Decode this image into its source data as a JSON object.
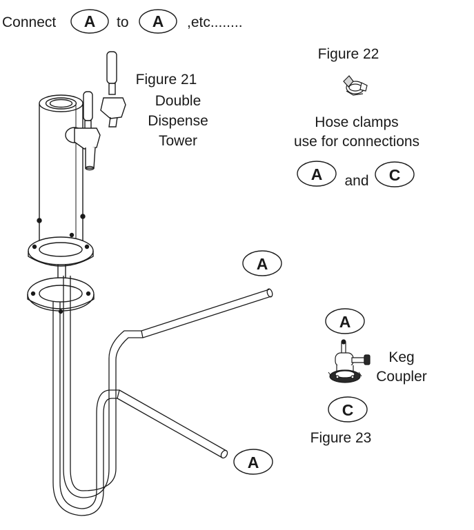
{
  "header": {
    "prefix": "Connect",
    "badge_1": "A",
    "middle": "to",
    "badge_2": "A",
    "suffix": ",etc........"
  },
  "figure21": {
    "label": "Figure 21",
    "caption_line1": "Double",
    "caption_line2": "Dispense",
    "caption_line3": "Tower"
  },
  "figure22": {
    "label": "Figure 22",
    "caption_line1": "Hose clamps",
    "caption_line2": "use for connections",
    "badge_a": "A",
    "and_text": "and",
    "badge_c": "C"
  },
  "tubes": {
    "upper_end_badge": "A",
    "lower_end_badge": "A"
  },
  "figure23": {
    "top_badge": "A",
    "caption_line1": "Keg",
    "caption_line2": "Coupler",
    "bottom_badge": "C",
    "label": "Figure 23"
  }
}
